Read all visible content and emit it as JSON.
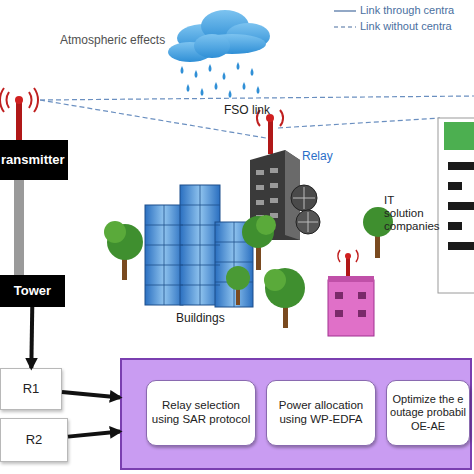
{
  "diagram": {
    "nodes": [
      {
        "text": [
          "ransmitter"
        ]
      },
      {
        "text": [
          "Tower"
        ]
      },
      {
        "text": [
          "R1"
        ]
      },
      {
        "text": [
          "R2"
        ]
      },
      {
        "text": []
      },
      {
        "text": [
          "Relay selection using SAR protocol"
        ],
        "in": 4
      },
      {
        "text": [
          "Power allocation using WP-EDFA"
        ],
        "in": 4
      },
      {
        "text": [
          "Optimize the e outage probabil OE-AE"
        ],
        "in": 4
      }
    ],
    "edges": [
      {
        "from": 1,
        "to": 2,
        "arrow": "to"
      },
      {
        "from": 2,
        "to": 4,
        "arrow": "to"
      },
      {
        "from": 3,
        "to": 4,
        "arrow": "to"
      }
    ],
    "labels": [
      "Atmospheric effects",
      "FSO link",
      "Relay",
      "Buildings",
      "IT solution companies"
    ],
    "legend": [
      {
        "text": "Link through centra"
      },
      {
        "text": "Link without centra"
      }
    ]
  }
}
